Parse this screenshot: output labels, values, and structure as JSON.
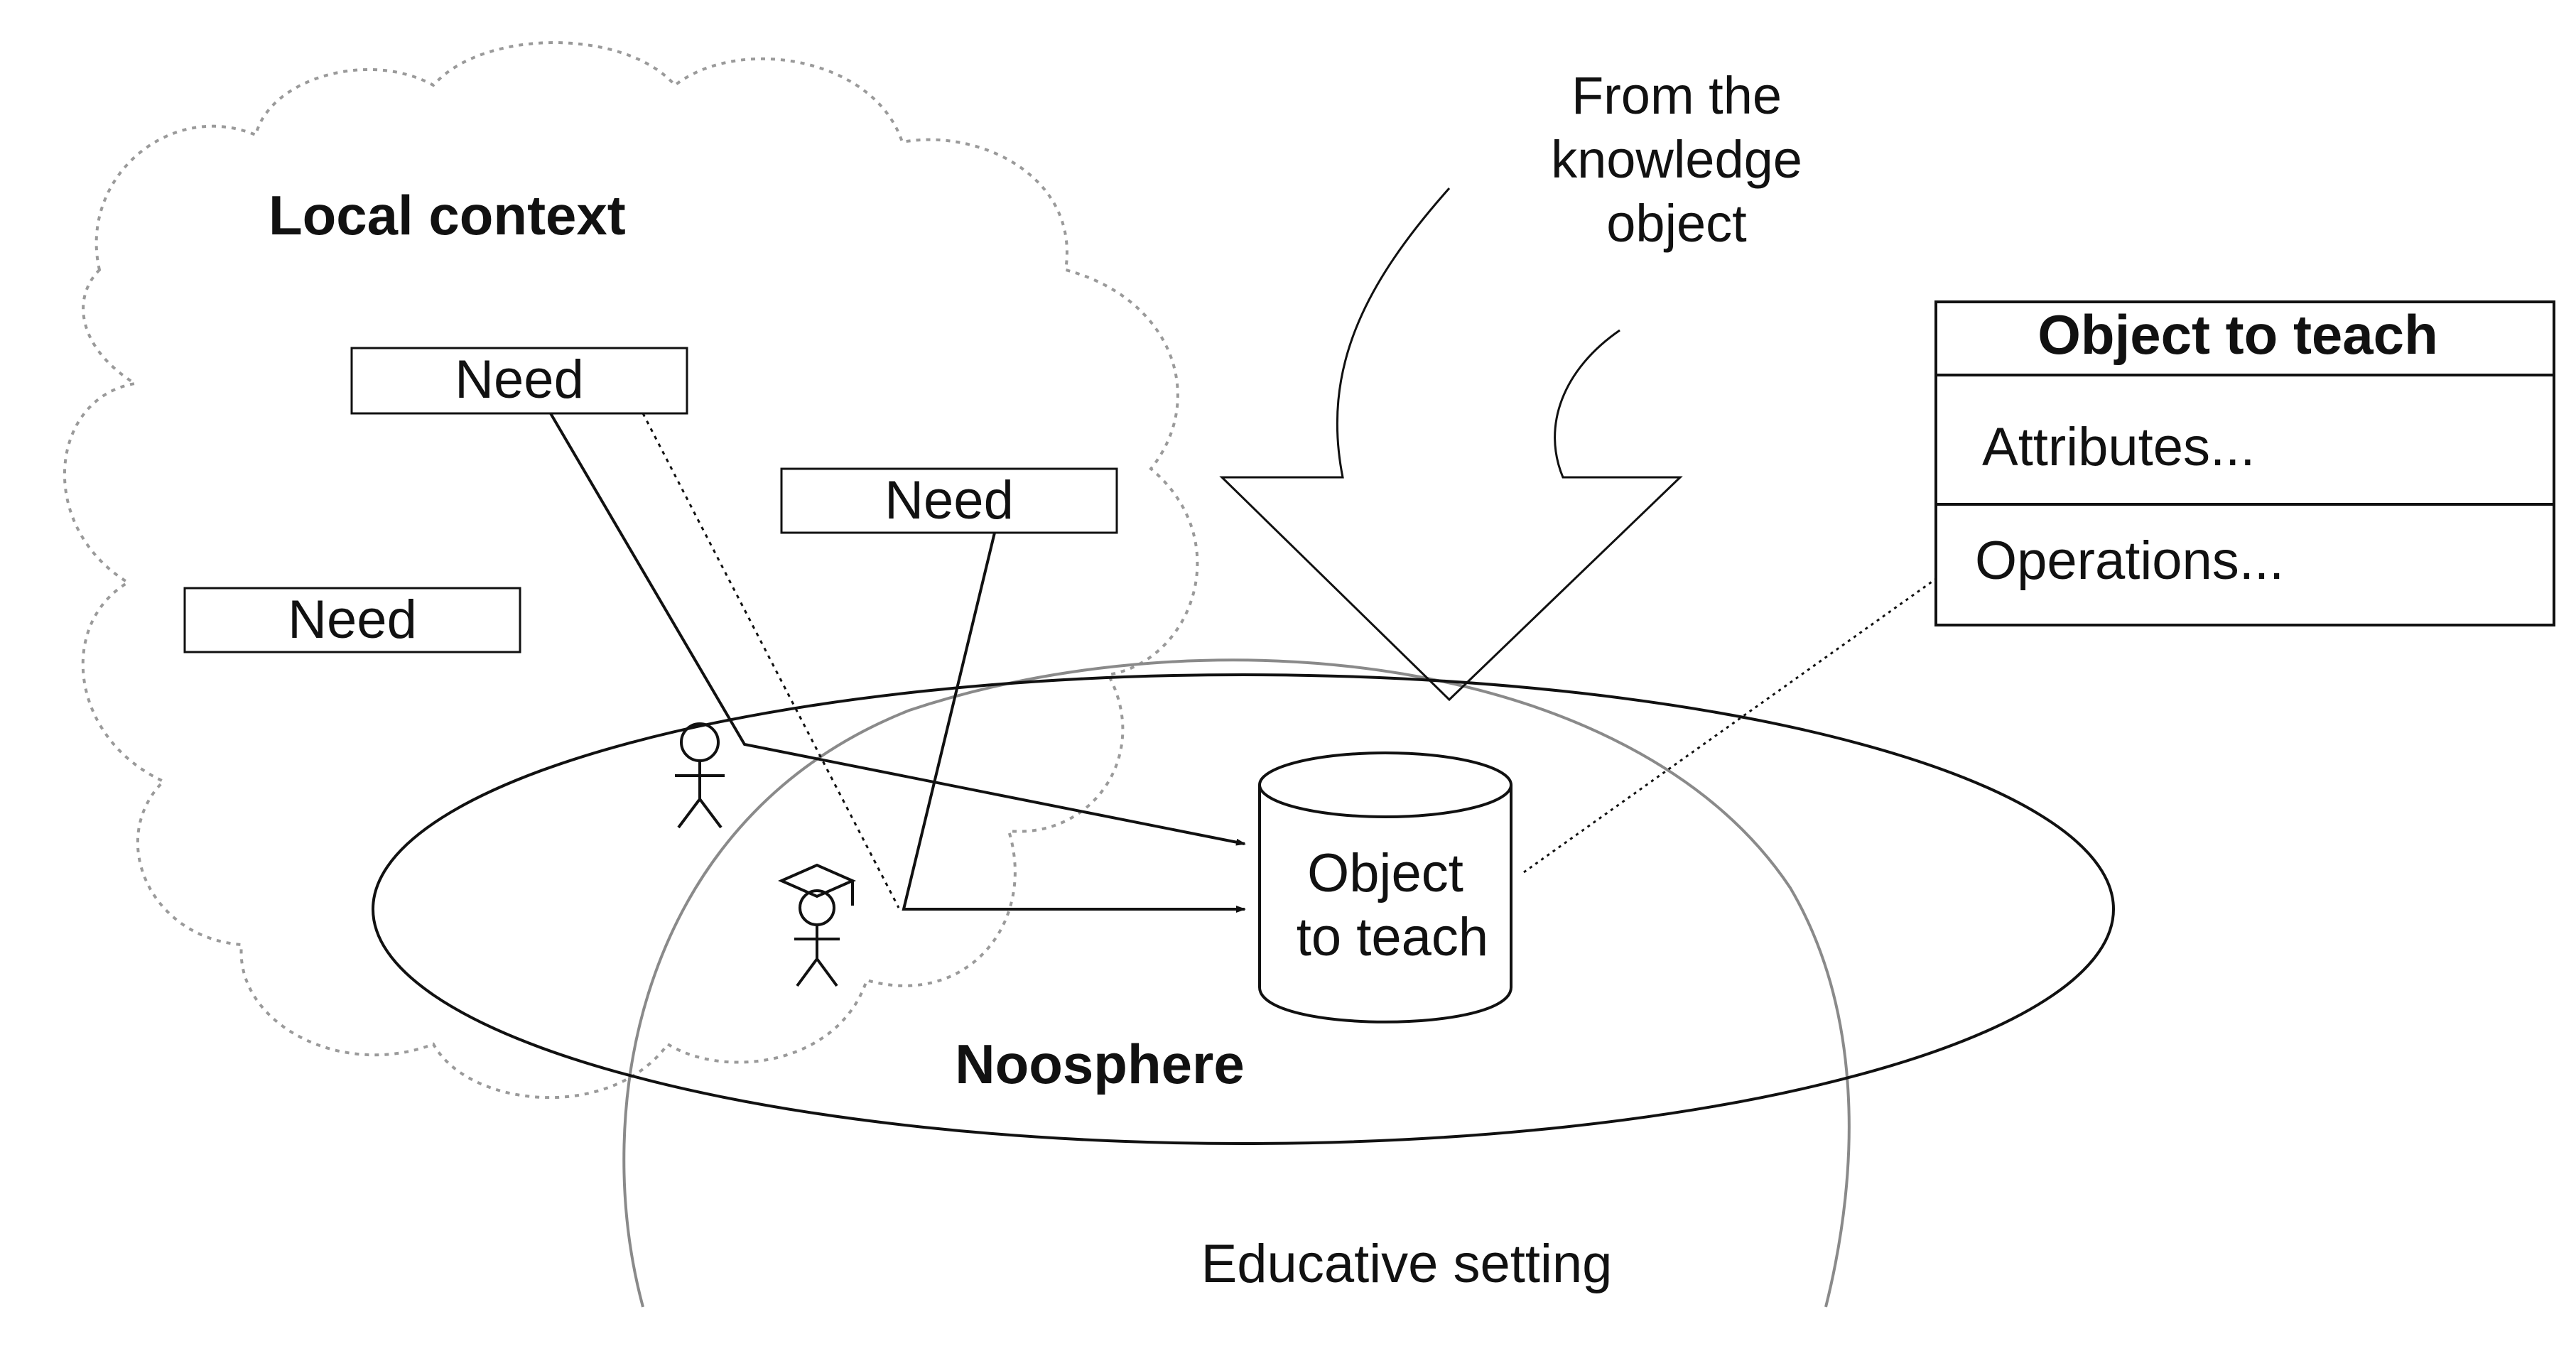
{
  "labels": {
    "local_context": "Local context",
    "need": "Need",
    "from_knowledge": [
      "From the",
      "knowledge",
      "object"
    ],
    "noosphere": "Noosphere",
    "educative_setting": "Educative setting",
    "object_to_teach_lines": [
      "Object",
      "to teach"
    ]
  },
  "class_box": {
    "title": "Object to teach",
    "attributes": "Attributes...",
    "operations": "Operations..."
  },
  "colors": {
    "stroke": "#111111",
    "dotted": "#9a9a9a",
    "light_stroke": "#8a8a8a",
    "background": "#ffffff"
  }
}
